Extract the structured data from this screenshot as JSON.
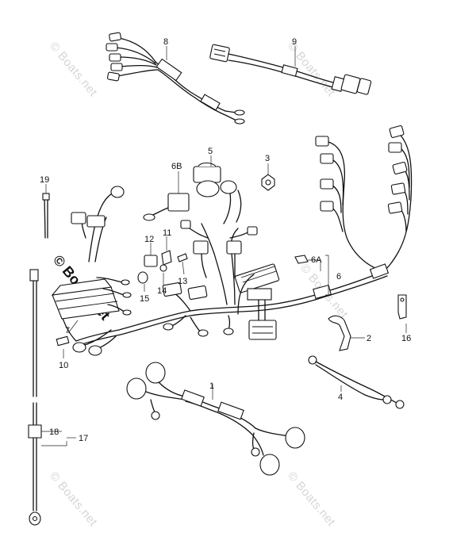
{
  "watermark": {
    "text": "© Boats.net",
    "center_text": "© Boats.net"
  },
  "callouts": {
    "c1": "1",
    "c2": "2",
    "c3": "3",
    "c4": "4",
    "c5": "5",
    "c6": "6",
    "c6a": "6A",
    "c6b": "6B",
    "c7": "7",
    "c8": "8",
    "c9": "9",
    "c10": "10",
    "c11": "11",
    "c12": "12",
    "c13": "13",
    "c14": "14",
    "c15": "15",
    "c16": "16",
    "c17": "17",
    "c18": "18",
    "c19": "19"
  },
  "colors": {
    "line": "#111111",
    "watermark": "#d6d6d6",
    "background": "#ffffff"
  }
}
